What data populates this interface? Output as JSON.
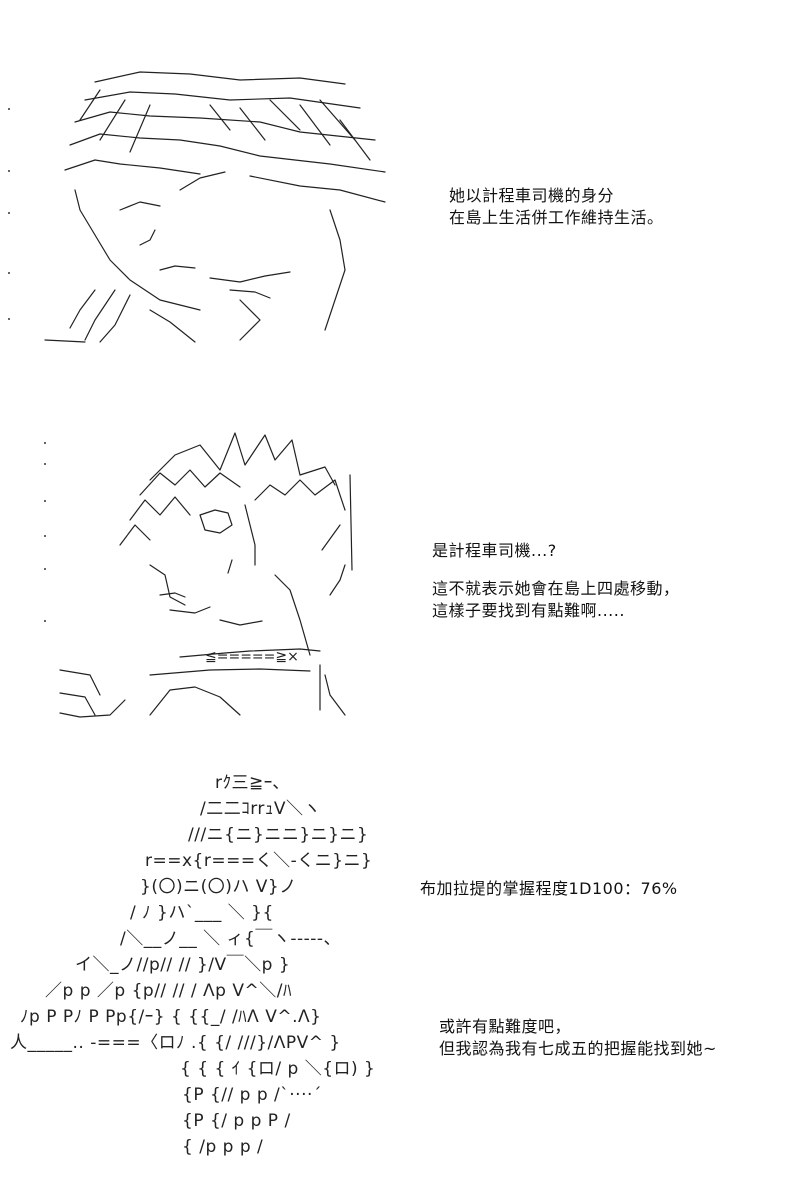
{
  "panels": [
    {
      "caption": [
        "她以計程車司機的身分",
        "在島上生活併工作維持生活。"
      ]
    },
    {
      "caption": [
        "是計程車司機...?",
        "這不就表示她會在島上四處移動，",
        "這樣子要找到有點難啊....."
      ]
    },
    {
      "caption_top": [
        "布加拉提的掌握程度1D100：76%"
      ],
      "caption_bottom": [
        "或許有點難度吧，",
        "但我認為我有七成五的把握能找到她~"
      ]
    }
  ],
  "art": {
    "panel3_glyphs": [
      "rｸ三≧ｰ､",
      "/二二ｺrrｭV＼ヽ",
      "///ニ{ニ}ニニ}ニ}ニ}",
      "r==x{r===く＼-くニ}ニ}",
      "}(〇)ニ(〇)ハ    V}ノ",
      "/  ﾉ  }ハ`___  ＼  }{",
      "/＼__ノ__  ＼  ィ{￣ヽ-----、",
      "イ＼_ノ//p//  //   }/V￣＼p  }",
      "／p  p ／p  {p//  //   /   Λp V^＼/ﾊ",
      "ﾉp P Pﾉ P Pp{/ｰ}  { {{_/  /ﾊΛ   V^.Λ}",
      "人_____..   -===〈ロﾉ .{ {/  ///}/ΛPV^   }",
      "{   { {  ｲ {ロ/ p    ＼{ロ)  }",
      "{P {//   p   p      /`····´",
      "{P {/  p    p    P  /",
      "{   /p    p    p   /"
    ]
  }
}
